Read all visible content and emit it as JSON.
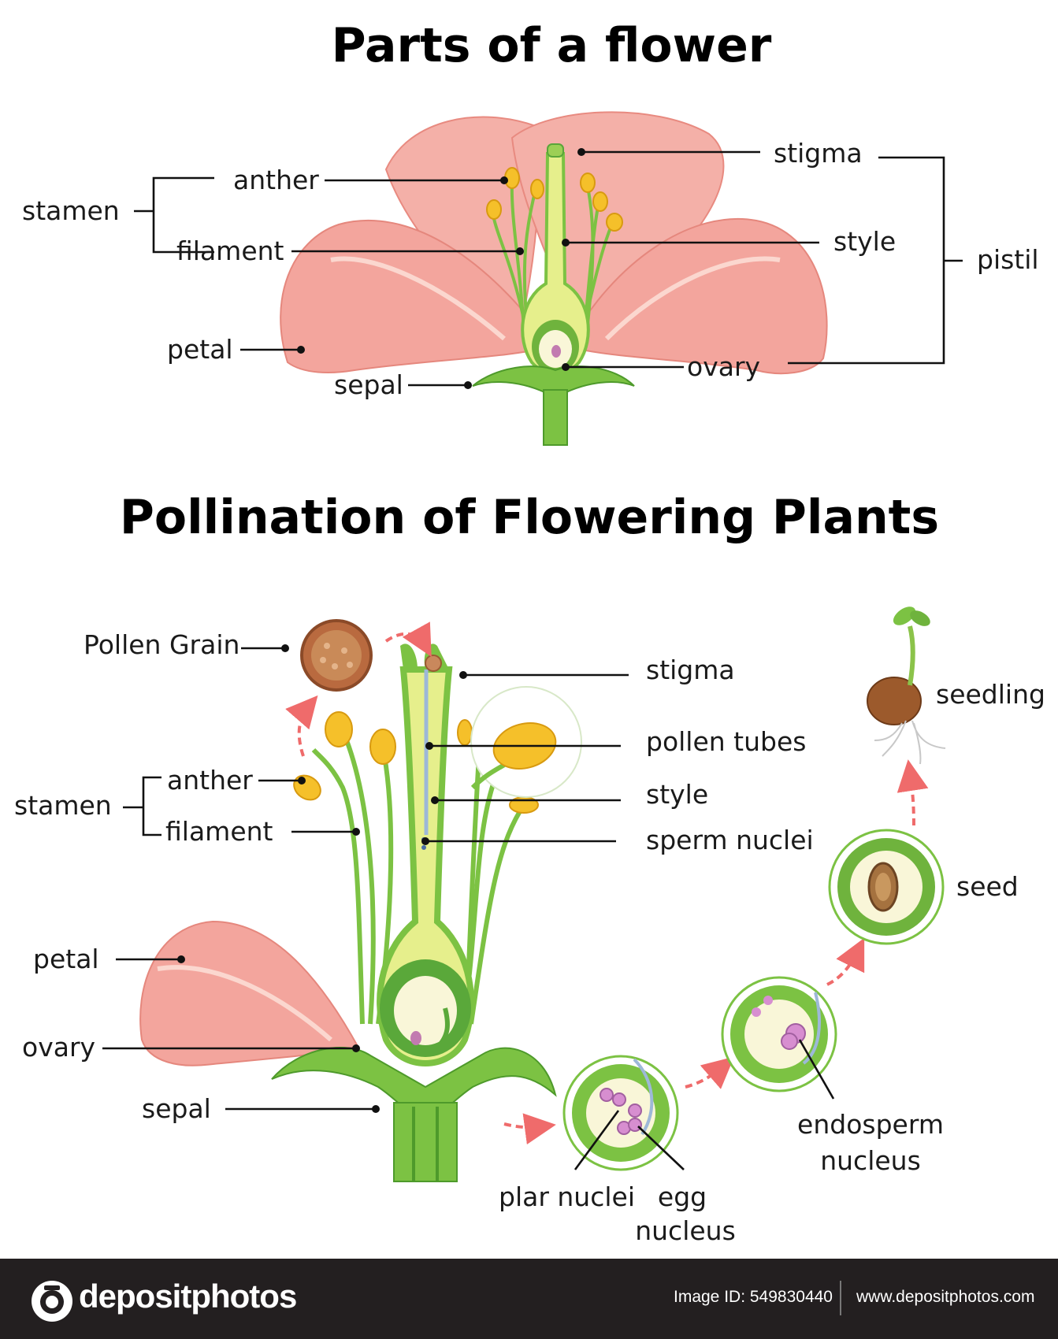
{
  "titles": {
    "top": "Parts of a flower",
    "bottom": "Pollination of Flowering Plants"
  },
  "flower_labels": {
    "stamen": "stamen",
    "anther": "anther",
    "filament": "filament",
    "petal": "petal",
    "sepal": "sepal",
    "stigma": "stigma",
    "style": "style",
    "ovary": "ovary",
    "pistil": "pistil"
  },
  "pollination_labels": {
    "pollen_grain": "Pollen Grain",
    "stamen": "stamen",
    "anther": "anther",
    "filament": "filament",
    "petal": "petal",
    "ovary": "ovary",
    "sepal": "sepal",
    "stigma": "stigma",
    "pollen_tubes": "pollen tubes",
    "style": "style",
    "sperm_nuclei": "sperm nuclei",
    "seedling": "seedling",
    "seed": "seed",
    "endosperm_1": "endosperm",
    "endosperm_2": "nucleus",
    "plar_nuclei": "plar nuclei",
    "egg_1": "egg",
    "egg_2": "nucleus"
  },
  "footer": {
    "logo": "depositphotos",
    "image_id": "Image ID: 549830440",
    "site": "www.depositphotos.com"
  },
  "colors": {
    "petal": "#f2a7a0",
    "petal_light": "#fbd7cf",
    "stem": "#7cc243",
    "stem_dark": "#4e9a2b",
    "anther": "#f5c02a",
    "style": "#e6ef8c",
    "pollen": "#b96a3f",
    "arrow": "#ef6b6b",
    "footer_bg": "#231f20"
  }
}
